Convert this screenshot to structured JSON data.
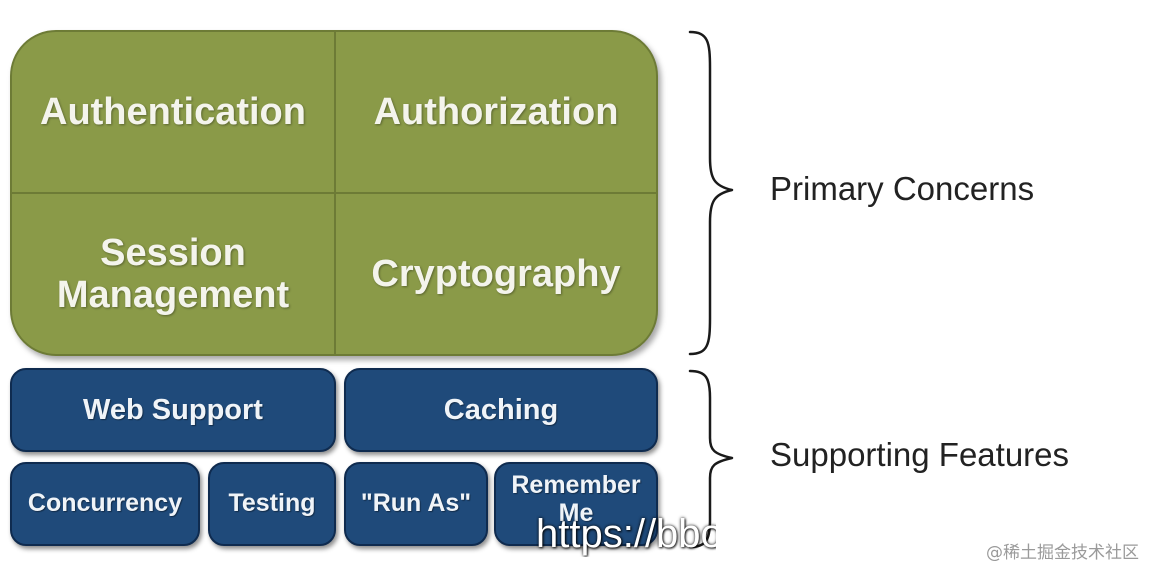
{
  "primary": {
    "authentication": "Authentication",
    "authorization": "Authorization",
    "session_line1": "Session",
    "session_line2": "Management",
    "cryptography": "Cryptography"
  },
  "supporting": {
    "web_support": "Web Support",
    "caching": "Caching",
    "concurrency": "Concurrency",
    "testing": "Testing",
    "run_as": "\"Run As\"",
    "remember_line1": "Remember",
    "remember_line2": "Me"
  },
  "labels": {
    "primary_concerns": "Primary Concerns",
    "supporting_features": "Supporting Features"
  },
  "watermark": {
    "url": "https://bbo",
    "site": "@稀土掘金技术社区"
  },
  "colors": {
    "primary_green": "#8a9a48",
    "supporting_blue": "#1f4a7a"
  }
}
